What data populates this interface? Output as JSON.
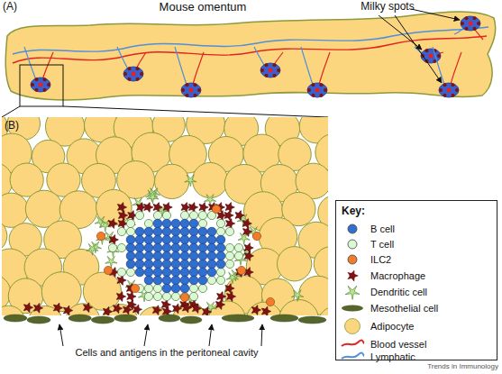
{
  "diagram": {
    "nodes": [
      {
        "text": [
          "Key:"
        ]
      }
    ],
    "labels": [
      "(A)",
      "Mouse omentum",
      "Milky spots",
      "(B)",
      "Cells and antigens in the peritoneal cavity",
      "Trends in Immunology"
    ],
    "legend": [
      {
        "text": "B cell",
        "color": "#2f6fd0"
      },
      {
        "text": "T cell",
        "color": "#dcf7d4"
      },
      {
        "text": "ILC2",
        "color": "#f07c2c"
      },
      {
        "text": "Macrophage"
      },
      {
        "text": "Dendritic cell"
      },
      {
        "text": "Mesothelial cell"
      },
      {
        "text": "Adipocyte",
        "color": "#fbd67e"
      },
      {
        "text": "Blood vessel"
      },
      {
        "text": "Lymphatic"
      }
    ]
  }
}
